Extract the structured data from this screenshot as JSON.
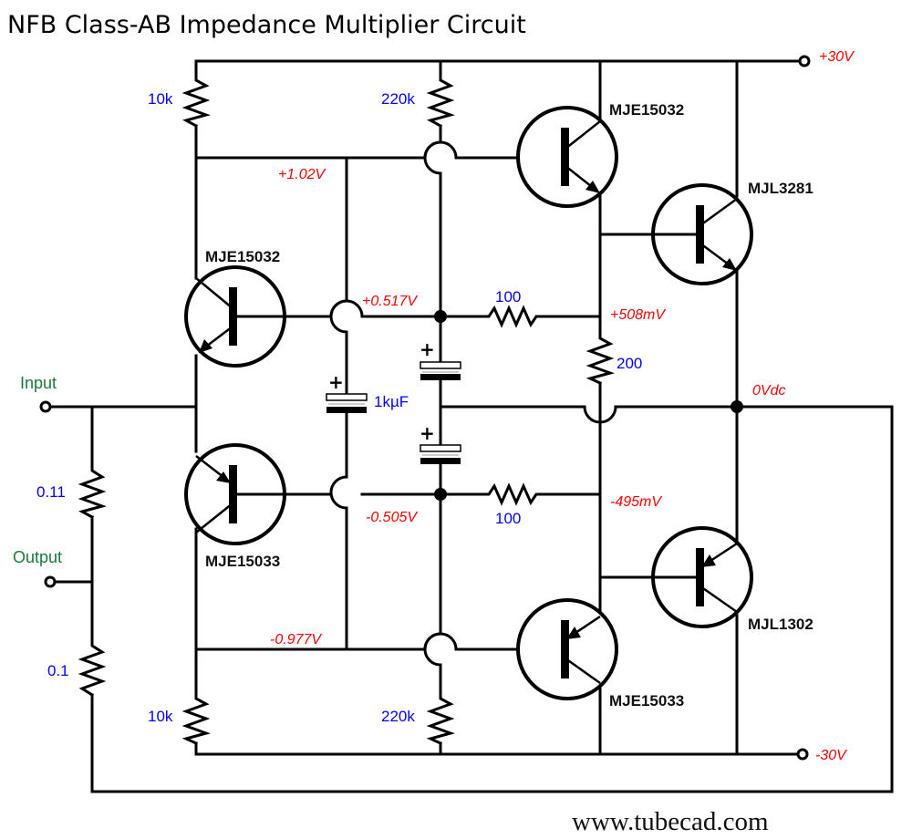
{
  "title": "NFB Class-AB Impedance Multiplier Circuit",
  "footer": "www.tubecad.com",
  "terminals": {
    "input": "Input",
    "output": "Output",
    "pos_supply": "+30V",
    "neg_supply": "-30V"
  },
  "transistors": {
    "q_bias_top": "MJE15032",
    "q_bias_bottom": "MJE15033",
    "q_driver_top": "MJE15032",
    "q_driver_bottom": "MJE15033",
    "q_output_top": "MJL3281",
    "q_output_bottom": "MJL1302"
  },
  "resistors": {
    "r_top_left": "10k",
    "r_top_mid": "220k",
    "r_bottom_left": "10k",
    "r_bottom_mid": "220k",
    "r_base_top": "100",
    "r_base_bottom": "100",
    "r_emitter": "200",
    "r_sense_top": "0.11",
    "r_sense_bottom": "0.1"
  },
  "capacitors": {
    "c_main": "1kµF"
  },
  "voltages": {
    "v_top_node": "+1.02V",
    "v_top_base": "+0.517V",
    "v_top_emitter": "+508mV",
    "v_output": "0Vdc",
    "v_bottom_base": "-0.505V",
    "v_bottom_emitter": "-495mV",
    "v_bottom_node": "-0.977V"
  },
  "colors": {
    "value_label": "#0000ff",
    "voltage_label": "#ff0000",
    "io_label": "#1a7a3a"
  }
}
